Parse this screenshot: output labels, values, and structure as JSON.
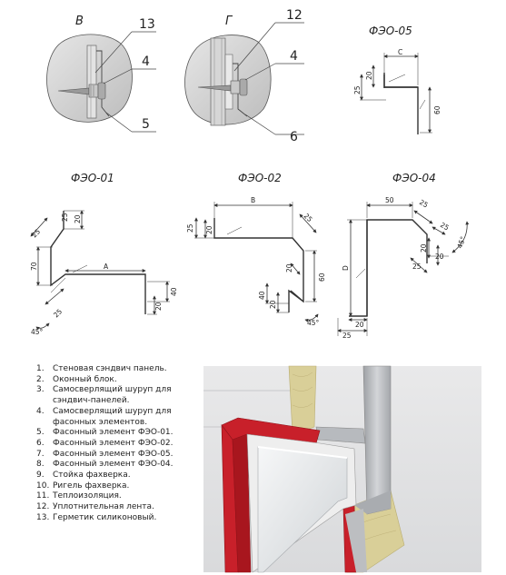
{
  "views": {
    "v": {
      "title": "В",
      "callouts": [
        "13",
        "4",
        "5"
      ]
    },
    "g": {
      "title": "Г",
      "callouts": [
        "12",
        "4",
        "6"
      ]
    }
  },
  "profiles": {
    "feo05": {
      "title": "ФЭО-05",
      "dims": [
        "С",
        "20",
        "25",
        "60"
      ]
    },
    "feo01": {
      "title": "ФЭО-01",
      "dims": [
        "20",
        "25",
        "25",
        "70",
        "A",
        "40",
        "20",
        "25",
        "45°"
      ]
    },
    "feo02": {
      "title": "ФЭО-02",
      "dims": [
        "B",
        "25",
        "20",
        "25",
        "20",
        "60",
        "40",
        "20",
        "45°"
      ]
    },
    "feo04": {
      "title": "ФЭО-04",
      "dims": [
        "50",
        "25",
        "25",
        "20",
        "20",
        "25",
        "45°",
        "D",
        "20",
        "25"
      ]
    }
  },
  "legend": [
    {
      "num": "1.",
      "text": "Стеновая сэндвич панель."
    },
    {
      "num": "2.",
      "text": "Оконный блок."
    },
    {
      "num": "3.",
      "text": "Самосверлящий шуруп для сэндвич-панелей."
    },
    {
      "num": "4.",
      "text": "Самосверлящий шуруп для фасонных элементов."
    },
    {
      "num": "5.",
      "text": "Фасонный элемент ФЭО-01."
    },
    {
      "num": "6.",
      "text": "Фасонный элемент ФЭО-02."
    },
    {
      "num": "7.",
      "text": "Фасонный элемент ФЭО-05."
    },
    {
      "num": "8.",
      "text": "Фасонный элемент ФЭО-04."
    },
    {
      "num": "9.",
      "text": "Стойка фахверка."
    },
    {
      "num": "10.",
      "text": "Ригель фахверка."
    },
    {
      "num": "11.",
      "text": "Теплоизоляция."
    },
    {
      "num": "12.",
      "text": "Уплотнительная лента."
    },
    {
      "num": "13.",
      "text": "Герметик силиконовый."
    }
  ],
  "colors": {
    "trim": "#c8202a",
    "insulation": "#d9cf98",
    "panel": "#bfc1c4",
    "line": "#333333"
  }
}
